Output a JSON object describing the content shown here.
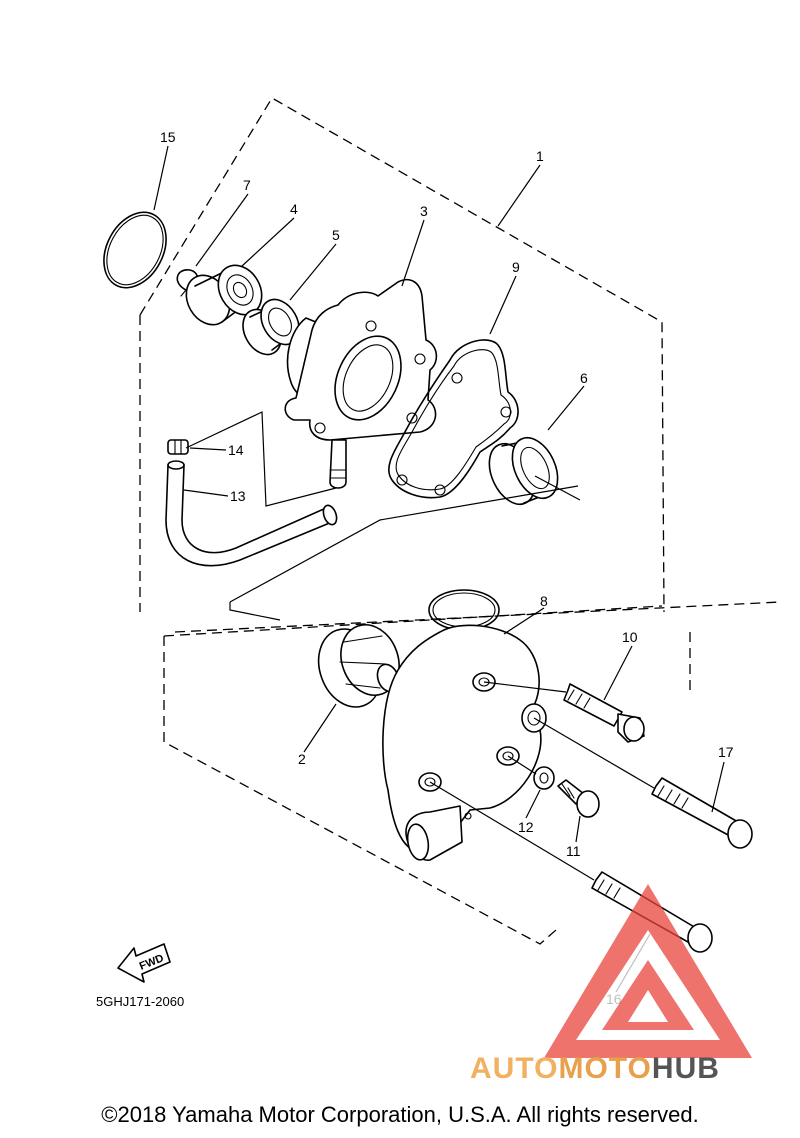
{
  "diagram": {
    "part_code": "5GHJ171-2060",
    "fwd_label": "FWD",
    "callouts": [
      "1",
      "2",
      "3",
      "4",
      "5",
      "6",
      "7",
      "8",
      "9",
      "10",
      "11",
      "12",
      "13",
      "14",
      "15",
      "16",
      "17"
    ]
  },
  "watermark": {
    "part1": "AUTO",
    "part2": "MOTO",
    "part3": "HUB",
    "color_primary": "#e8453c",
    "color_accent": "#f2b061"
  },
  "footer": {
    "copyright": "©2018 Yamaha Motor Corporation, U.S.A. All rights reserved."
  }
}
